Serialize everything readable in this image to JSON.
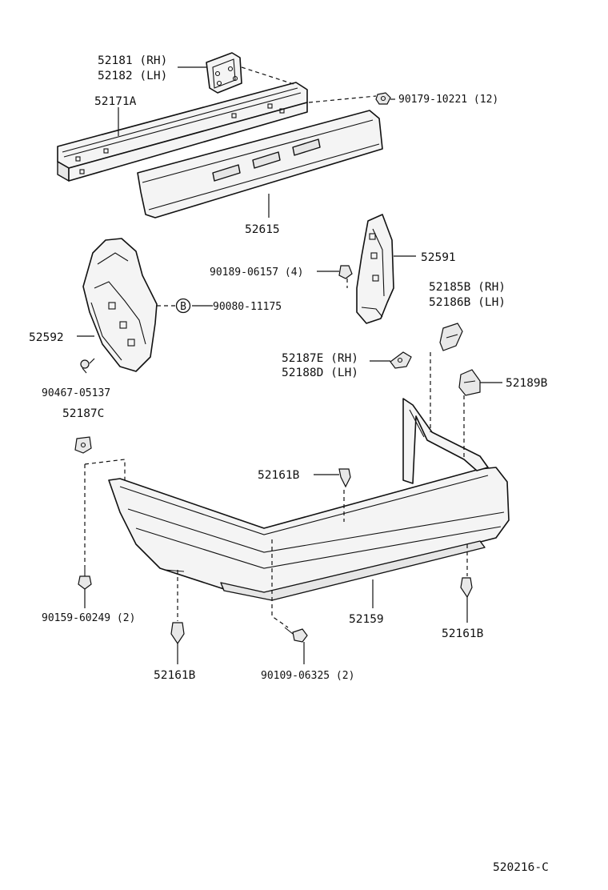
{
  "diagram": {
    "drawing_code": "520216-C",
    "callouts": {
      "bracket_rh": "52181 (RH)",
      "bracket_lh": "52182 (LH)",
      "reinforcement": "52171A",
      "nut": "90179-10221 (12)",
      "absorber": "52615",
      "side_retainer_r": "52591",
      "clip_4": "90189-06157 (4)",
      "side_retainer_l": "52592",
      "bolt_b": "90080-11175",
      "b_marker": "B",
      "screw_l": "90467-05137",
      "stay_c": "52187C",
      "stay_b_rh": "52185B (RH)",
      "stay_b_lh": "52186B (LH)",
      "stay_e_rh": "52187E (RH)",
      "stay_d_lh": "52188D (LH)",
      "bracket_b": "52189B",
      "retainer_clip_top": "52161B",
      "bolt_2": "90159-60249 (2)",
      "bumper_cover": "52159",
      "retainer_clip_right": "52161B",
      "retainer_clip_bottom": "52161B",
      "screw_2": "90109-06325 (2)"
    }
  }
}
